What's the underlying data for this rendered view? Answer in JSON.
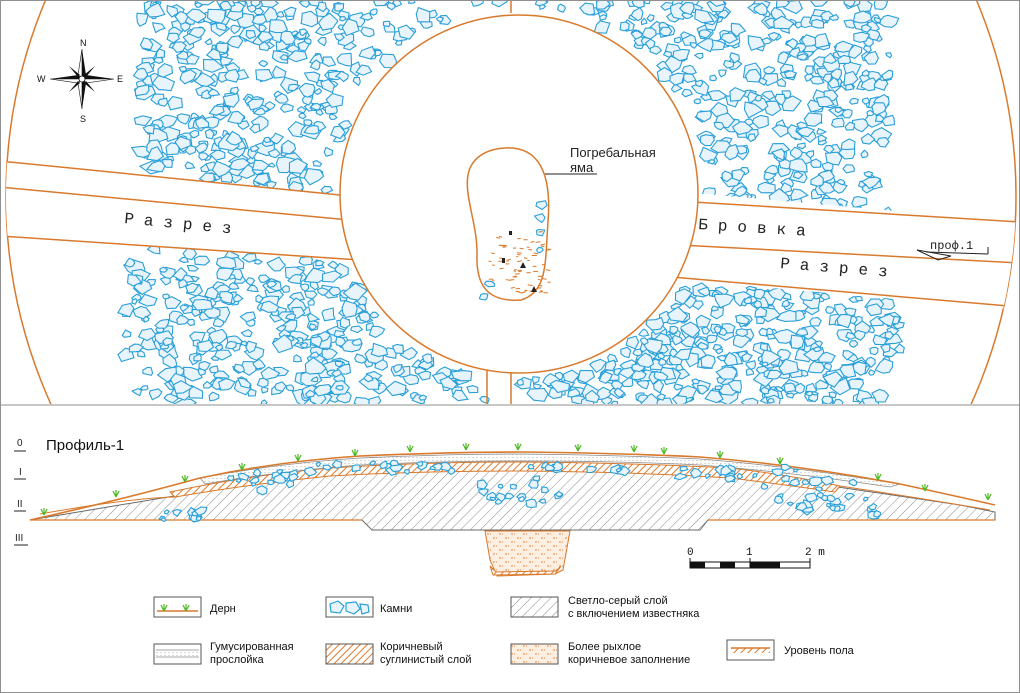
{
  "plan": {
    "pit_label_line1": "Погребальная",
    "pit_label_line2": "яма",
    "cut_label_left": "Разрез",
    "cut_label_right": "Разрез",
    "baulk_label": "Бровка",
    "profile_marker": "проф.1"
  },
  "compass": {
    "n": "N",
    "s": "S",
    "e": "E",
    "w": "W"
  },
  "profile": {
    "title": "Профиль-1",
    "levels": [
      "0",
      "I",
      "II",
      "III"
    ]
  },
  "scale_bar": {
    "ticks": [
      "0",
      "1",
      "2 m"
    ]
  },
  "legend": [
    {
      "key": "sod",
      "label_lines": [
        "Дерн"
      ]
    },
    {
      "key": "stones",
      "label_lines": [
        "Камни"
      ]
    },
    {
      "key": "light_grey",
      "label_lines": [
        "Светло-серый слой",
        "с включением известняка"
      ]
    },
    {
      "key": "humus",
      "label_lines": [
        "Гумусированная",
        "прослойка"
      ]
    },
    {
      "key": "brown_loam",
      "label_lines": [
        "Коричневый",
        "суглинистый слой"
      ]
    },
    {
      "key": "loose_fill",
      "label_lines": [
        "Более рыхлое",
        "коричневое заполнение"
      ]
    },
    {
      "key": "floor",
      "label_lines": [
        "Уровень пола"
      ]
    }
  ],
  "colors": {
    "orange": "#d9792b",
    "stone_blue": "#2a9fd8",
    "stone_fill": "#e8f4fb",
    "grass_green": "#49b91d",
    "hatch_grey": "#8a8a8a",
    "border_grey": "#8f8f8f"
  }
}
